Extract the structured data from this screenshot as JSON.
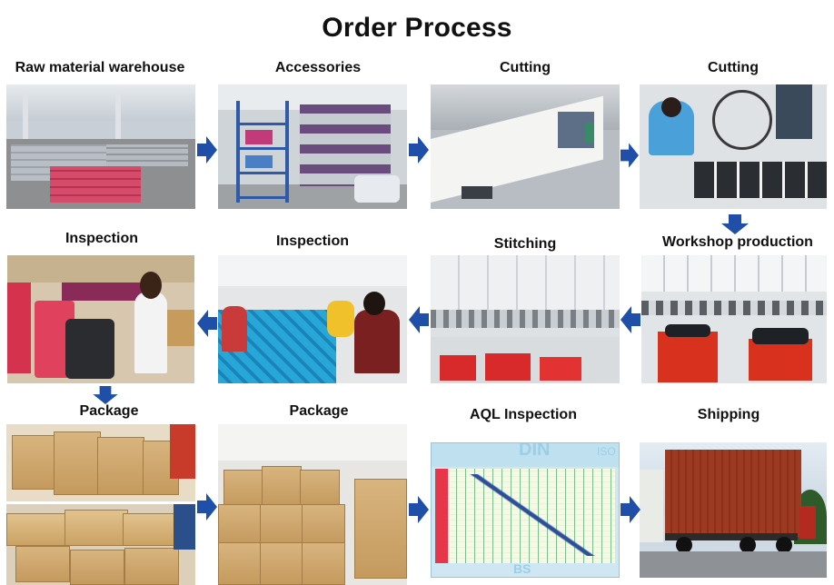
{
  "title": "Order Process",
  "steps": [
    {
      "label": "Raw material warehouse"
    },
    {
      "label": "Accessories"
    },
    {
      "label": "Cutting"
    },
    {
      "label": "Cutting"
    },
    {
      "label": "Workshop production"
    },
    {
      "label": "Stitching"
    },
    {
      "label": "Inspection"
    },
    {
      "label": "Inspection"
    },
    {
      "label": "Package"
    },
    {
      "label": "Package"
    },
    {
      "label": "AQL Inspection"
    },
    {
      "label": "Shipping"
    }
  ],
  "aql_chart": {
    "watermark_top": "DIN",
    "watermark_corner": "ISO",
    "watermark_bottom": "BS"
  },
  "colors": {
    "arrow": "#1f4fa8",
    "text": "#111111"
  }
}
